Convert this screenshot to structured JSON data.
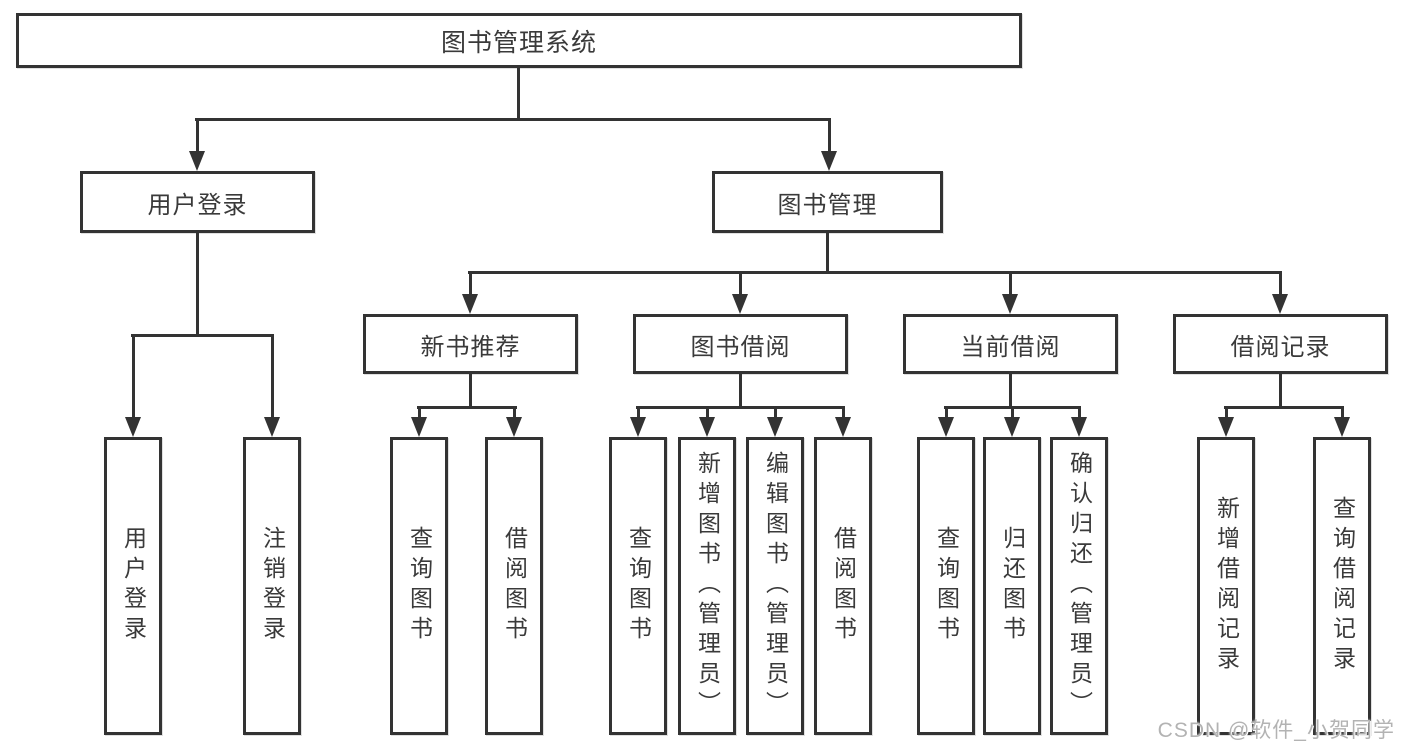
{
  "colors": {
    "line": "#333333",
    "text": "#3a3a3a",
    "watermark": "#b3b3b3",
    "background": "#ffffff"
  },
  "watermark": "CSDN @软件_小贺同学",
  "tree": {
    "root": {
      "label": "图书管理系统",
      "children": [
        {
          "label": "用户登录",
          "children": [
            {
              "label": "用户登录"
            },
            {
              "label": "注销登录"
            }
          ]
        },
        {
          "label": "图书管理",
          "children": [
            {
              "label": "新书推荐",
              "children": [
                {
                  "label": "查询图书"
                },
                {
                  "label": "借阅图书"
                }
              ]
            },
            {
              "label": "图书借阅",
              "children": [
                {
                  "label": "查询图书"
                },
                {
                  "label": "新增图书（管理员）"
                },
                {
                  "label": "编辑图书（管理员）"
                },
                {
                  "label": "借阅图书"
                }
              ]
            },
            {
              "label": "当前借阅",
              "children": [
                {
                  "label": "查询图书"
                },
                {
                  "label": "归还图书"
                },
                {
                  "label": "确认归还（管理员）"
                }
              ]
            },
            {
              "label": "借阅记录",
              "children": [
                {
                  "label": "新增借阅记录"
                },
                {
                  "label": "查询借阅记录"
                }
              ]
            }
          ]
        }
      ]
    }
  }
}
